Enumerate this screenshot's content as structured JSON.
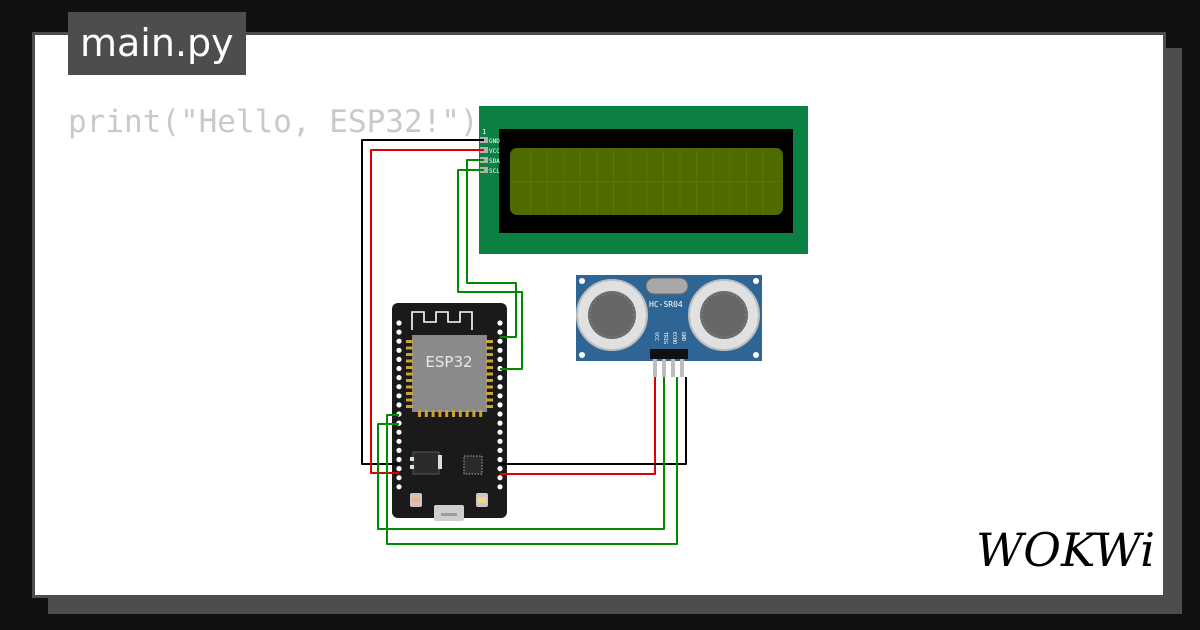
{
  "editor": {
    "filename": "main.py",
    "code_line": "print(\"Hello, ESP32!\")"
  },
  "lcd": {
    "pin_1_label": "1",
    "pins": [
      "GND",
      "VCC",
      "SDA",
      "SCL"
    ],
    "board_color": "#0b8043",
    "screen_color": "#4f6b00"
  },
  "esp32": {
    "label": "ESP32"
  },
  "sensor": {
    "label": "HC-SR04",
    "pins": [
      "VCC",
      "TRIG",
      "ECHO",
      "GND"
    ],
    "board_color": "#2f6594"
  },
  "logo": {
    "text": "WOKWi"
  },
  "colors": {
    "wire_gnd": "#000000",
    "wire_vcc": "#e00000",
    "wire_signal": "#008a00"
  }
}
